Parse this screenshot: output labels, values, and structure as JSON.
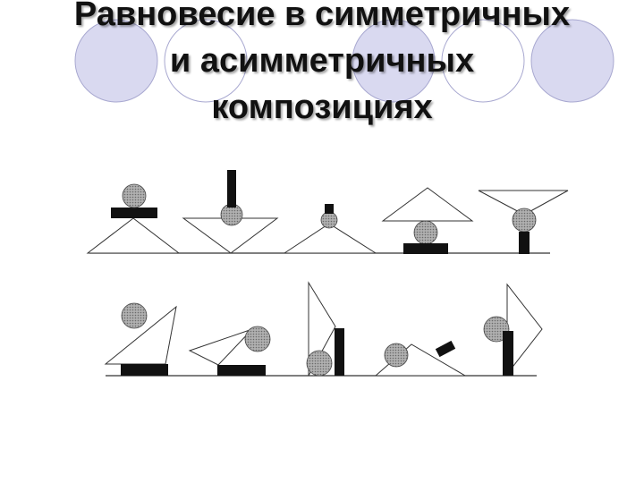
{
  "slide": {
    "title_lines": [
      "Равновесие в симметричных",
      "и асимметричных",
      "композициях"
    ],
    "colors": {
      "decor_circle_fill": "#d9d9f0",
      "decor_circle_stroke": "#a8a8d0",
      "title_text": "#111111",
      "shape_stroke": "#333333",
      "block_fill": "#111111",
      "ball_fill": "#9a9a9a"
    }
  },
  "illustration": {
    "symmetric_row": [
      {
        "id": "sym-1",
        "parts": [
          "ball",
          "block",
          "triangle-up",
          "ground"
        ]
      },
      {
        "id": "sym-2",
        "parts": [
          "bar",
          "ball",
          "triangle-down",
          "ground"
        ]
      },
      {
        "id": "sym-3",
        "parts": [
          "block",
          "ball",
          "triangle-up",
          "ground"
        ]
      },
      {
        "id": "sym-4",
        "parts": [
          "triangle-up",
          "ball",
          "block"
        ]
      },
      {
        "id": "sym-5",
        "parts": [
          "triangle-down",
          "ball",
          "bar"
        ]
      }
    ],
    "asymmetric_row": [
      {
        "id": "asym-1",
        "parts": [
          "ball",
          "triangle",
          "block",
          "ground"
        ]
      },
      {
        "id": "asym-2",
        "parts": [
          "triangle",
          "ball",
          "block",
          "ground"
        ]
      },
      {
        "id": "asym-3",
        "parts": [
          "triangle",
          "bar",
          "ball",
          "ground"
        ]
      },
      {
        "id": "asym-4",
        "parts": [
          "ball",
          "triangle",
          "block",
          "ground"
        ]
      },
      {
        "id": "asym-5",
        "parts": [
          "ball",
          "triangle",
          "bar",
          "ground"
        ]
      }
    ]
  }
}
